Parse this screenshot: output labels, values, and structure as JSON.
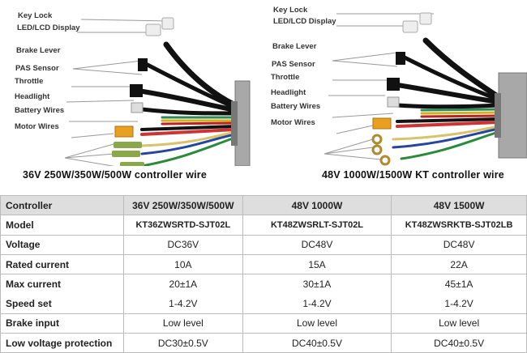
{
  "left_diagram": {
    "labels": [
      "Key Lock",
      "LED/LCD Display",
      "Brake Lever",
      "PAS Sensor",
      "Throttle",
      "Headlight",
      "Battery Wires",
      "Motor Wires"
    ],
    "caption": "36V 250W/350W/500W controller wire"
  },
  "right_diagram": {
    "labels": [
      "Key Lock",
      "LED/LCD Display",
      "Brake Lever",
      "PAS Sensor",
      "Throttle",
      "Headlight",
      "Battery Wires",
      "Motor Wires"
    ],
    "caption": "48V 1000W/1500W KT controller wire"
  },
  "table": {
    "rows": [
      [
        "Controller",
        "36V 250W/350W/500W",
        "48V 1000W",
        "48V 1500W"
      ],
      [
        "Model",
        "KT36ZWSRTD-SJT02L",
        "KT48ZWSRLT-SJT02L",
        "KT48ZWSRKTB-SJT02LB"
      ],
      [
        "Voltage",
        "DC36V",
        "DC48V",
        "DC48V"
      ],
      [
        "Rated current",
        "10A",
        "15A",
        "22A"
      ],
      [
        "Max current",
        "20±1A",
        "30±1A",
        "45±1A"
      ],
      [
        "Speed set",
        "1-4.2V",
        "1-4.2V",
        "1-4.2V"
      ],
      [
        "Brake input",
        "Low level",
        "Low level",
        "Low level"
      ],
      [
        "Low voltage protection",
        "DC30±0.5V",
        "DC40±0.5V",
        "DC40±0.5V"
      ]
    ]
  }
}
